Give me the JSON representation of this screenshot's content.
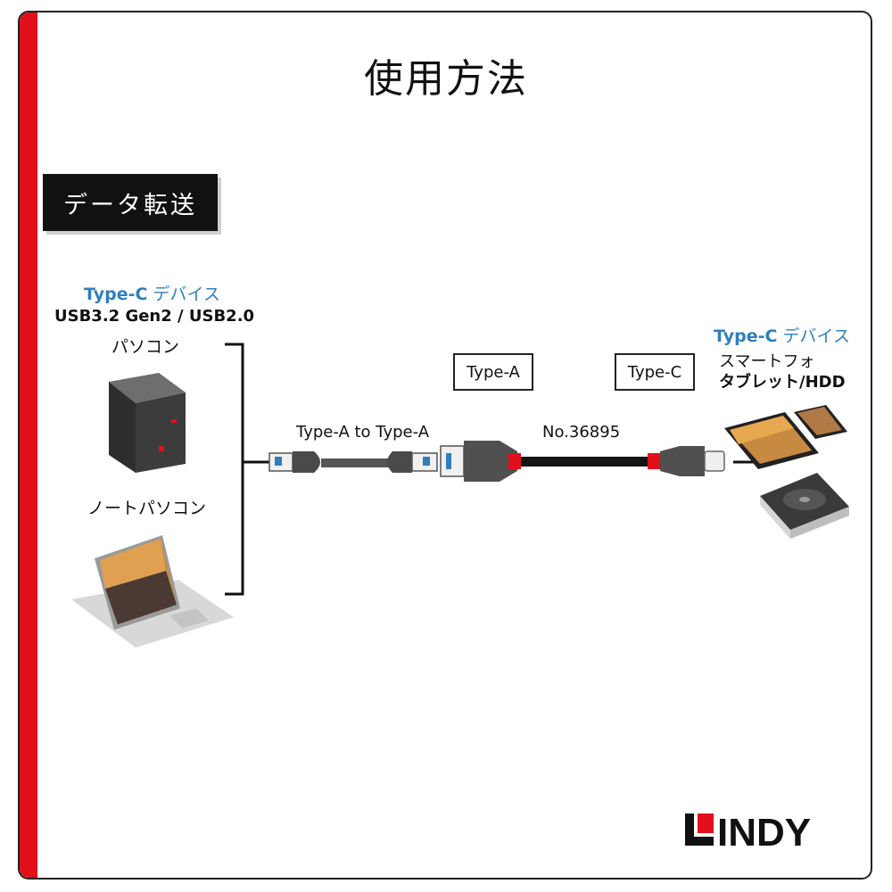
{
  "title": "使用方法",
  "section_tag": "データ転送",
  "left_device": {
    "heading_type": "Type-C",
    "heading_label": "デバイス",
    "spec": "USB3.2 Gen2 / USB2.0",
    "pc_label": "パソコン",
    "laptop_label": "ノートパソコン"
  },
  "adapter_label": "Type-A to Type-A",
  "cable": {
    "type_a_label": "Type-A",
    "type_c_label": "Type-C",
    "model_number": "No.36895"
  },
  "right_device": {
    "heading_type": "Type-C",
    "heading_label": "デバイス",
    "line1": "スマートフォ",
    "line2": "タブレット/HDD"
  },
  "brand": {
    "logo_text": "LINDY",
    "accent_color": "#e2101b"
  },
  "colors": {
    "accent_blue": "#2f7fbd",
    "cable_red": "#e2101b"
  }
}
